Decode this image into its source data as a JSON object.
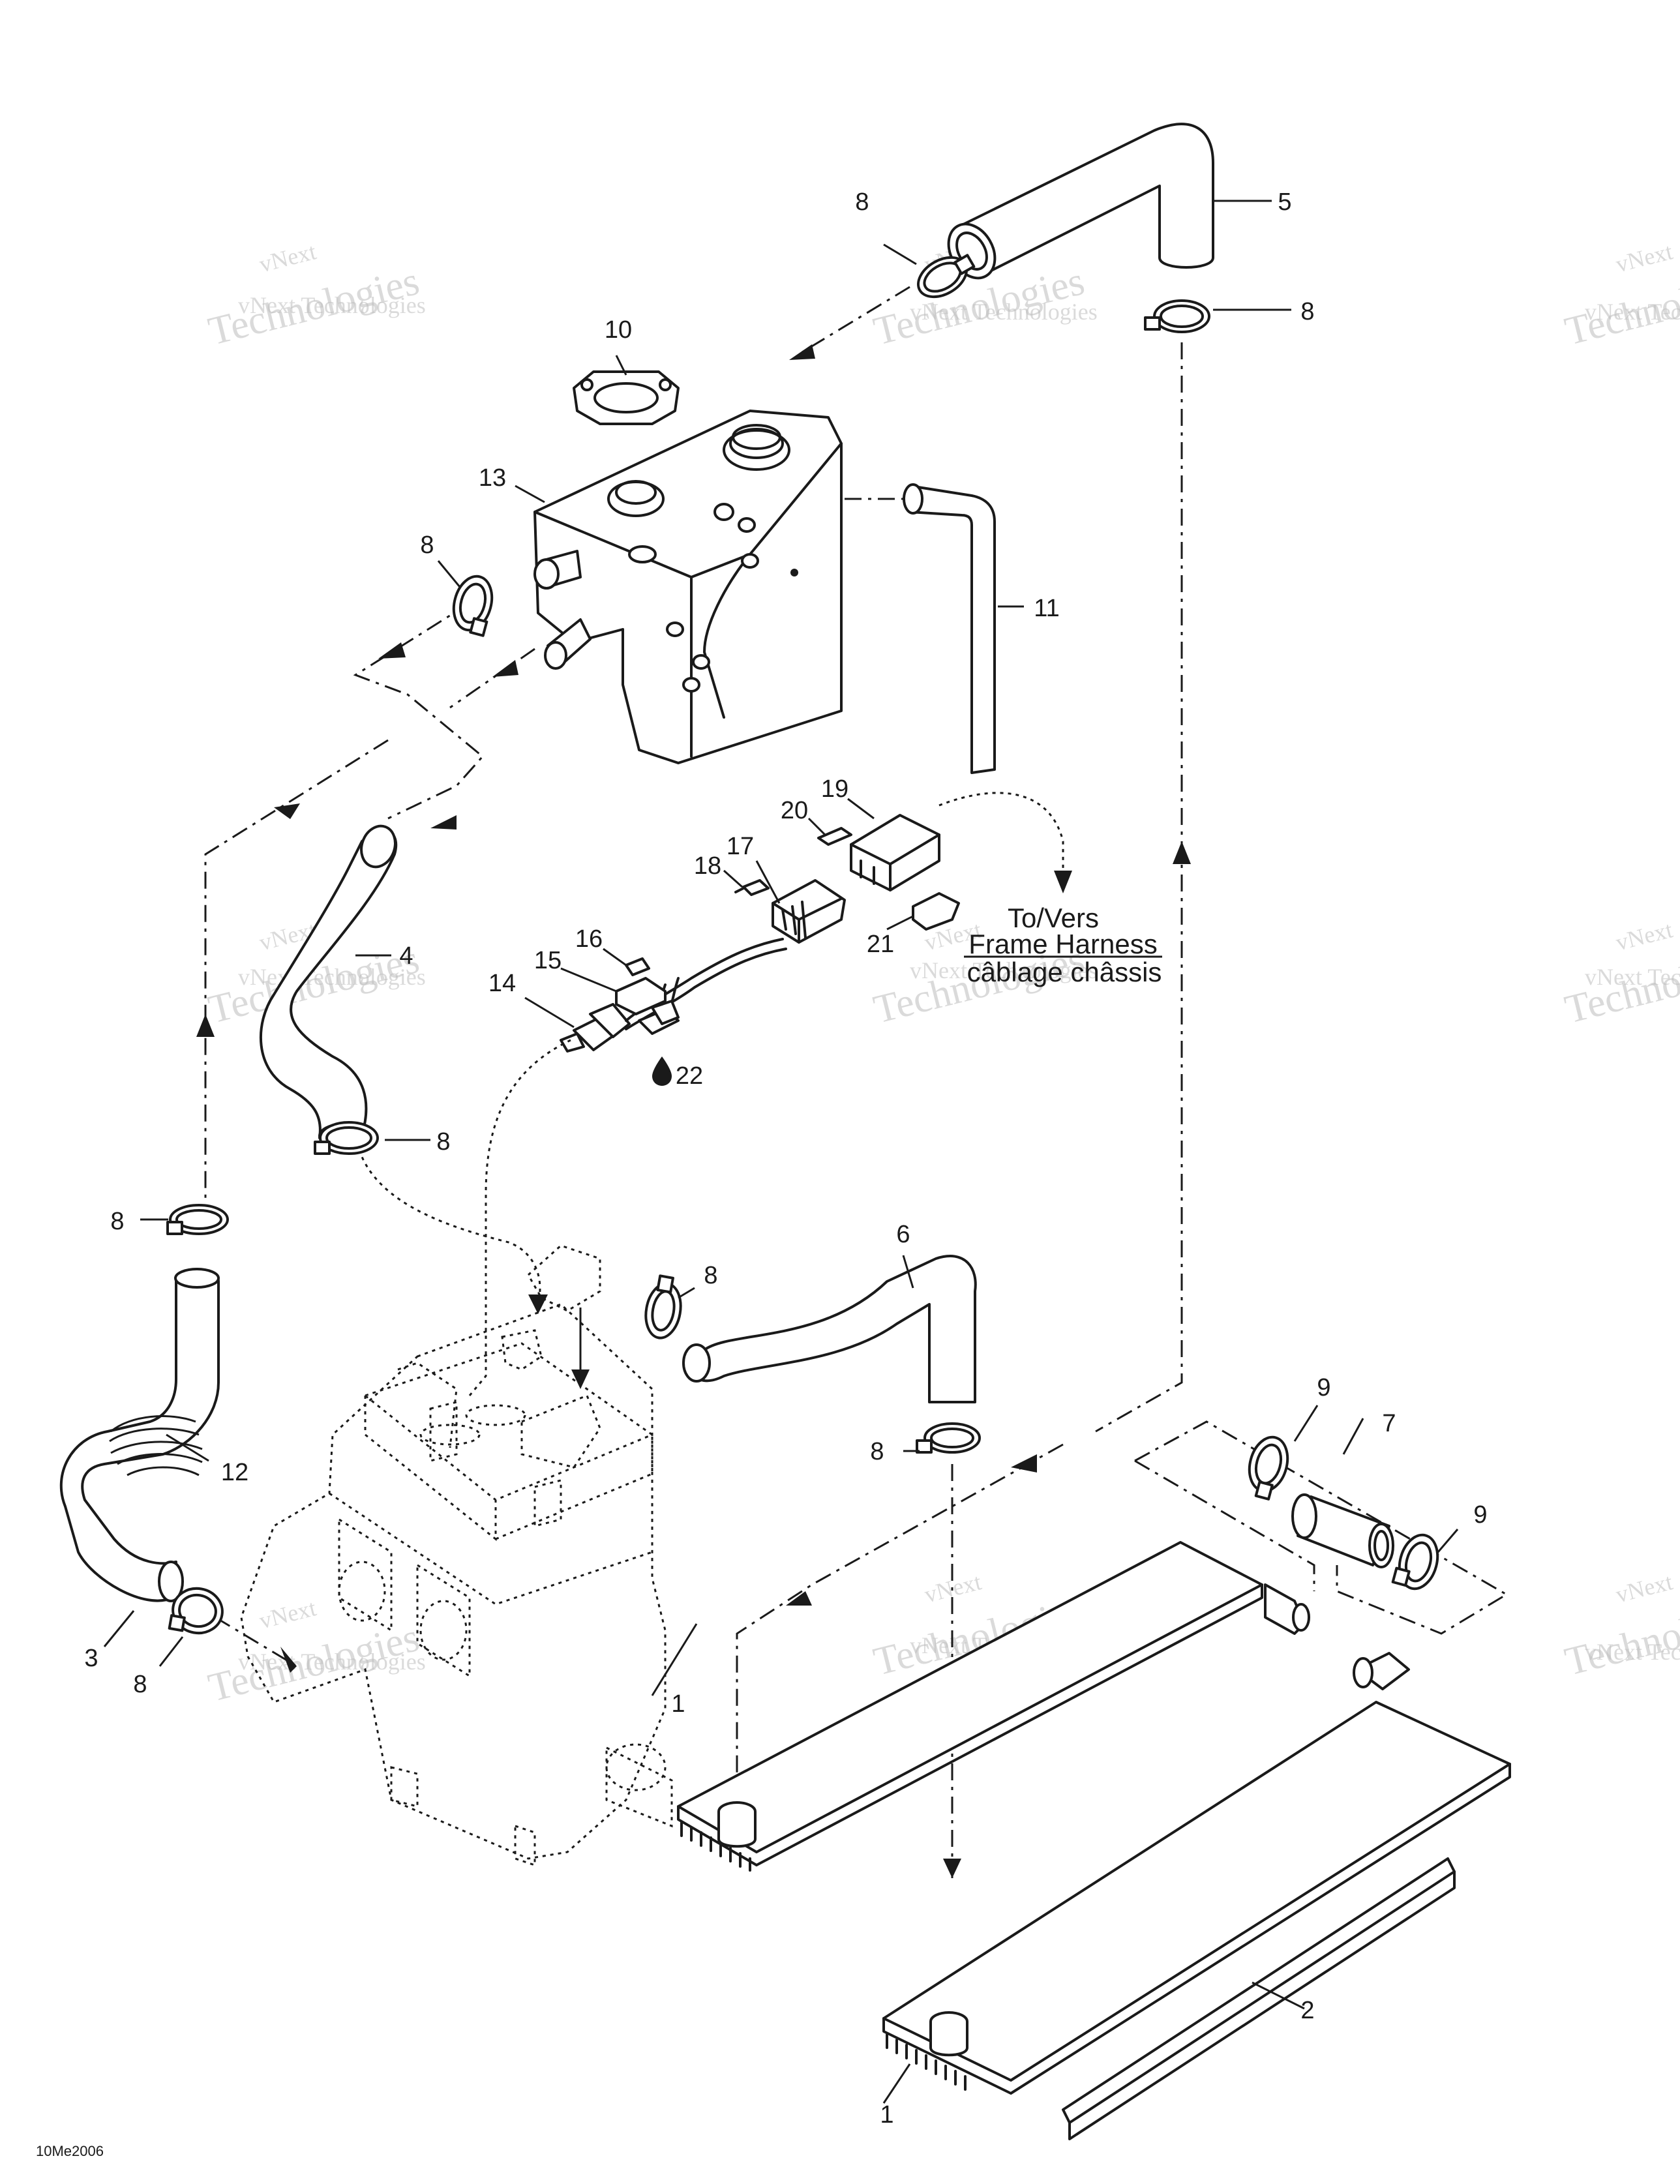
{
  "diagram": {
    "callouts": [
      {
        "id": "c1a",
        "label": "1"
      },
      {
        "id": "c1b",
        "label": "1"
      },
      {
        "id": "c2",
        "label": "2"
      },
      {
        "id": "c3",
        "label": "3"
      },
      {
        "id": "c4",
        "label": "4"
      },
      {
        "id": "c5",
        "label": "5"
      },
      {
        "id": "c6",
        "label": "6"
      },
      {
        "id": "c7",
        "label": "7"
      },
      {
        "id": "c8a",
        "label": "8"
      },
      {
        "id": "c8b",
        "label": "8"
      },
      {
        "id": "c8c",
        "label": "8"
      },
      {
        "id": "c8d",
        "label": "8"
      },
      {
        "id": "c8e",
        "label": "8"
      },
      {
        "id": "c8f",
        "label": "8"
      },
      {
        "id": "c8g",
        "label": "8"
      },
      {
        "id": "c8h",
        "label": "8"
      },
      {
        "id": "c9a",
        "label": "9"
      },
      {
        "id": "c9b",
        "label": "9"
      },
      {
        "id": "c10",
        "label": "10"
      },
      {
        "id": "c11",
        "label": "11"
      },
      {
        "id": "c12",
        "label": "12"
      },
      {
        "id": "c13",
        "label": "13"
      },
      {
        "id": "c14",
        "label": "14"
      },
      {
        "id": "c15",
        "label": "15"
      },
      {
        "id": "c16",
        "label": "16"
      },
      {
        "id": "c17",
        "label": "17"
      },
      {
        "id": "c18",
        "label": "18"
      },
      {
        "id": "c19",
        "label": "19"
      },
      {
        "id": "c20",
        "label": "20"
      },
      {
        "id": "c21",
        "label": "21"
      },
      {
        "id": "c22",
        "label": "22"
      }
    ],
    "harness_note": {
      "line1": "To/Vers",
      "line2": "Frame Harness",
      "line3": "câblage châssis"
    },
    "drawing_code": "10Me2006",
    "watermark": {
      "line1": "vNext Technologies",
      "line2": "vNext",
      "line3": "Technologies"
    }
  }
}
